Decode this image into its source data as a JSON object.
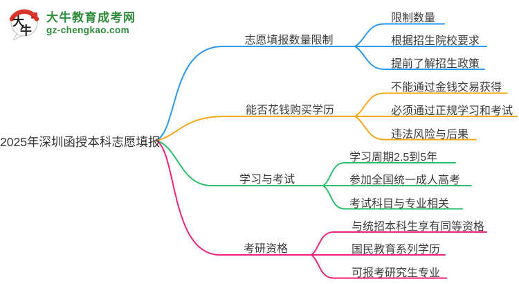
{
  "logo": {
    "icon_text_top": "大",
    "icon_text_bottom": "牛",
    "title": "大牛教育成考网",
    "subtitle": "gz-chengkao.com",
    "brand_green": "#2e8b3a",
    "seal_red": "#d7342b"
  },
  "root": {
    "label": "2025年深圳函授本科志愿填报"
  },
  "branches": [
    {
      "label": "志愿填报数量限制",
      "color": "#2b97f0",
      "children": [
        "限制数量",
        "根据招生院校要求",
        "提前了解招生政策"
      ]
    },
    {
      "label": "能否花钱购买学历",
      "color": "#faa61a",
      "children": [
        "不能通过金钱交易获得",
        "必须通过正规学习和考试",
        "违法风险与后果"
      ]
    },
    {
      "label": "学习与考试",
      "color": "#2dbe6c",
      "children": [
        "学习周期2.5到5年",
        "参加全国统一成人高考",
        "考试科目与专业相关"
      ]
    },
    {
      "label": "考研资格",
      "color": "#f0237a",
      "children": [
        "与统招本科生享有同等资格",
        "国民教育系列学历",
        "可报考研究生专业"
      ]
    }
  ]
}
